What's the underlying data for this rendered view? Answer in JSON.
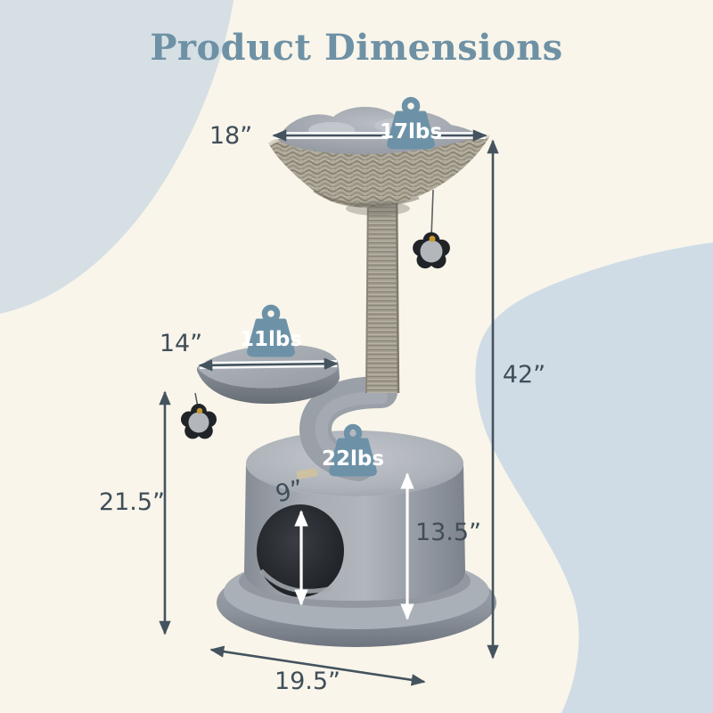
{
  "title": "Product Dimensions",
  "measurements": {
    "basket_width": "18”",
    "total_height": "42”",
    "platform_width": "14”",
    "left_height": "21.5”",
    "opening_diameter": "9”",
    "condo_height": "13.5”",
    "base_width": "19.5”"
  },
  "weight_capacities": {
    "basket": "17lbs",
    "platform": "11lbs",
    "condo": "22lbs"
  },
  "icons": {
    "weight_badge": "kettlebell-weight-icon",
    "arrow": "double-arrow-dimension-line"
  },
  "colors": {
    "background": "#f9f5ea",
    "blob_top_left": "#d5dfe4",
    "blob_right": "#cfdce6",
    "title_text": "#6e91a5",
    "dimension_text": "#3f4e59",
    "dimension_arrow": "#44535e",
    "inner_arrow": "#ffffff",
    "badge_fill": "#6d92a7",
    "badge_text": "#ffffff",
    "product_plush_gray": "#9aa0a8",
    "wicker": "#b1ab9e"
  }
}
